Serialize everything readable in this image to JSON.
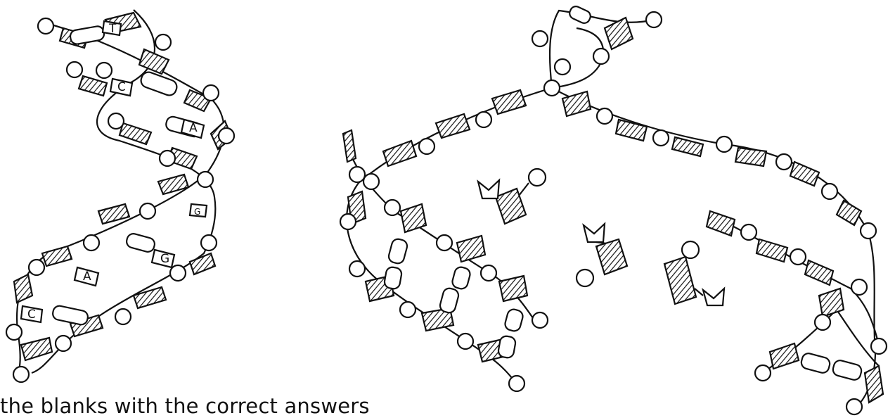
{
  "worksheet": {
    "instruction": "the blanks with the correct answers"
  },
  "figures": {
    "double_helix": {
      "base_labels": [
        "T",
        "C",
        "A",
        "G",
        "G",
        "A",
        "C"
      ]
    },
    "replicating_dna": {
      "free_nucleotide_count": 3
    }
  },
  "colors": {
    "ink": "#111111",
    "paper": "#ffffff"
  }
}
